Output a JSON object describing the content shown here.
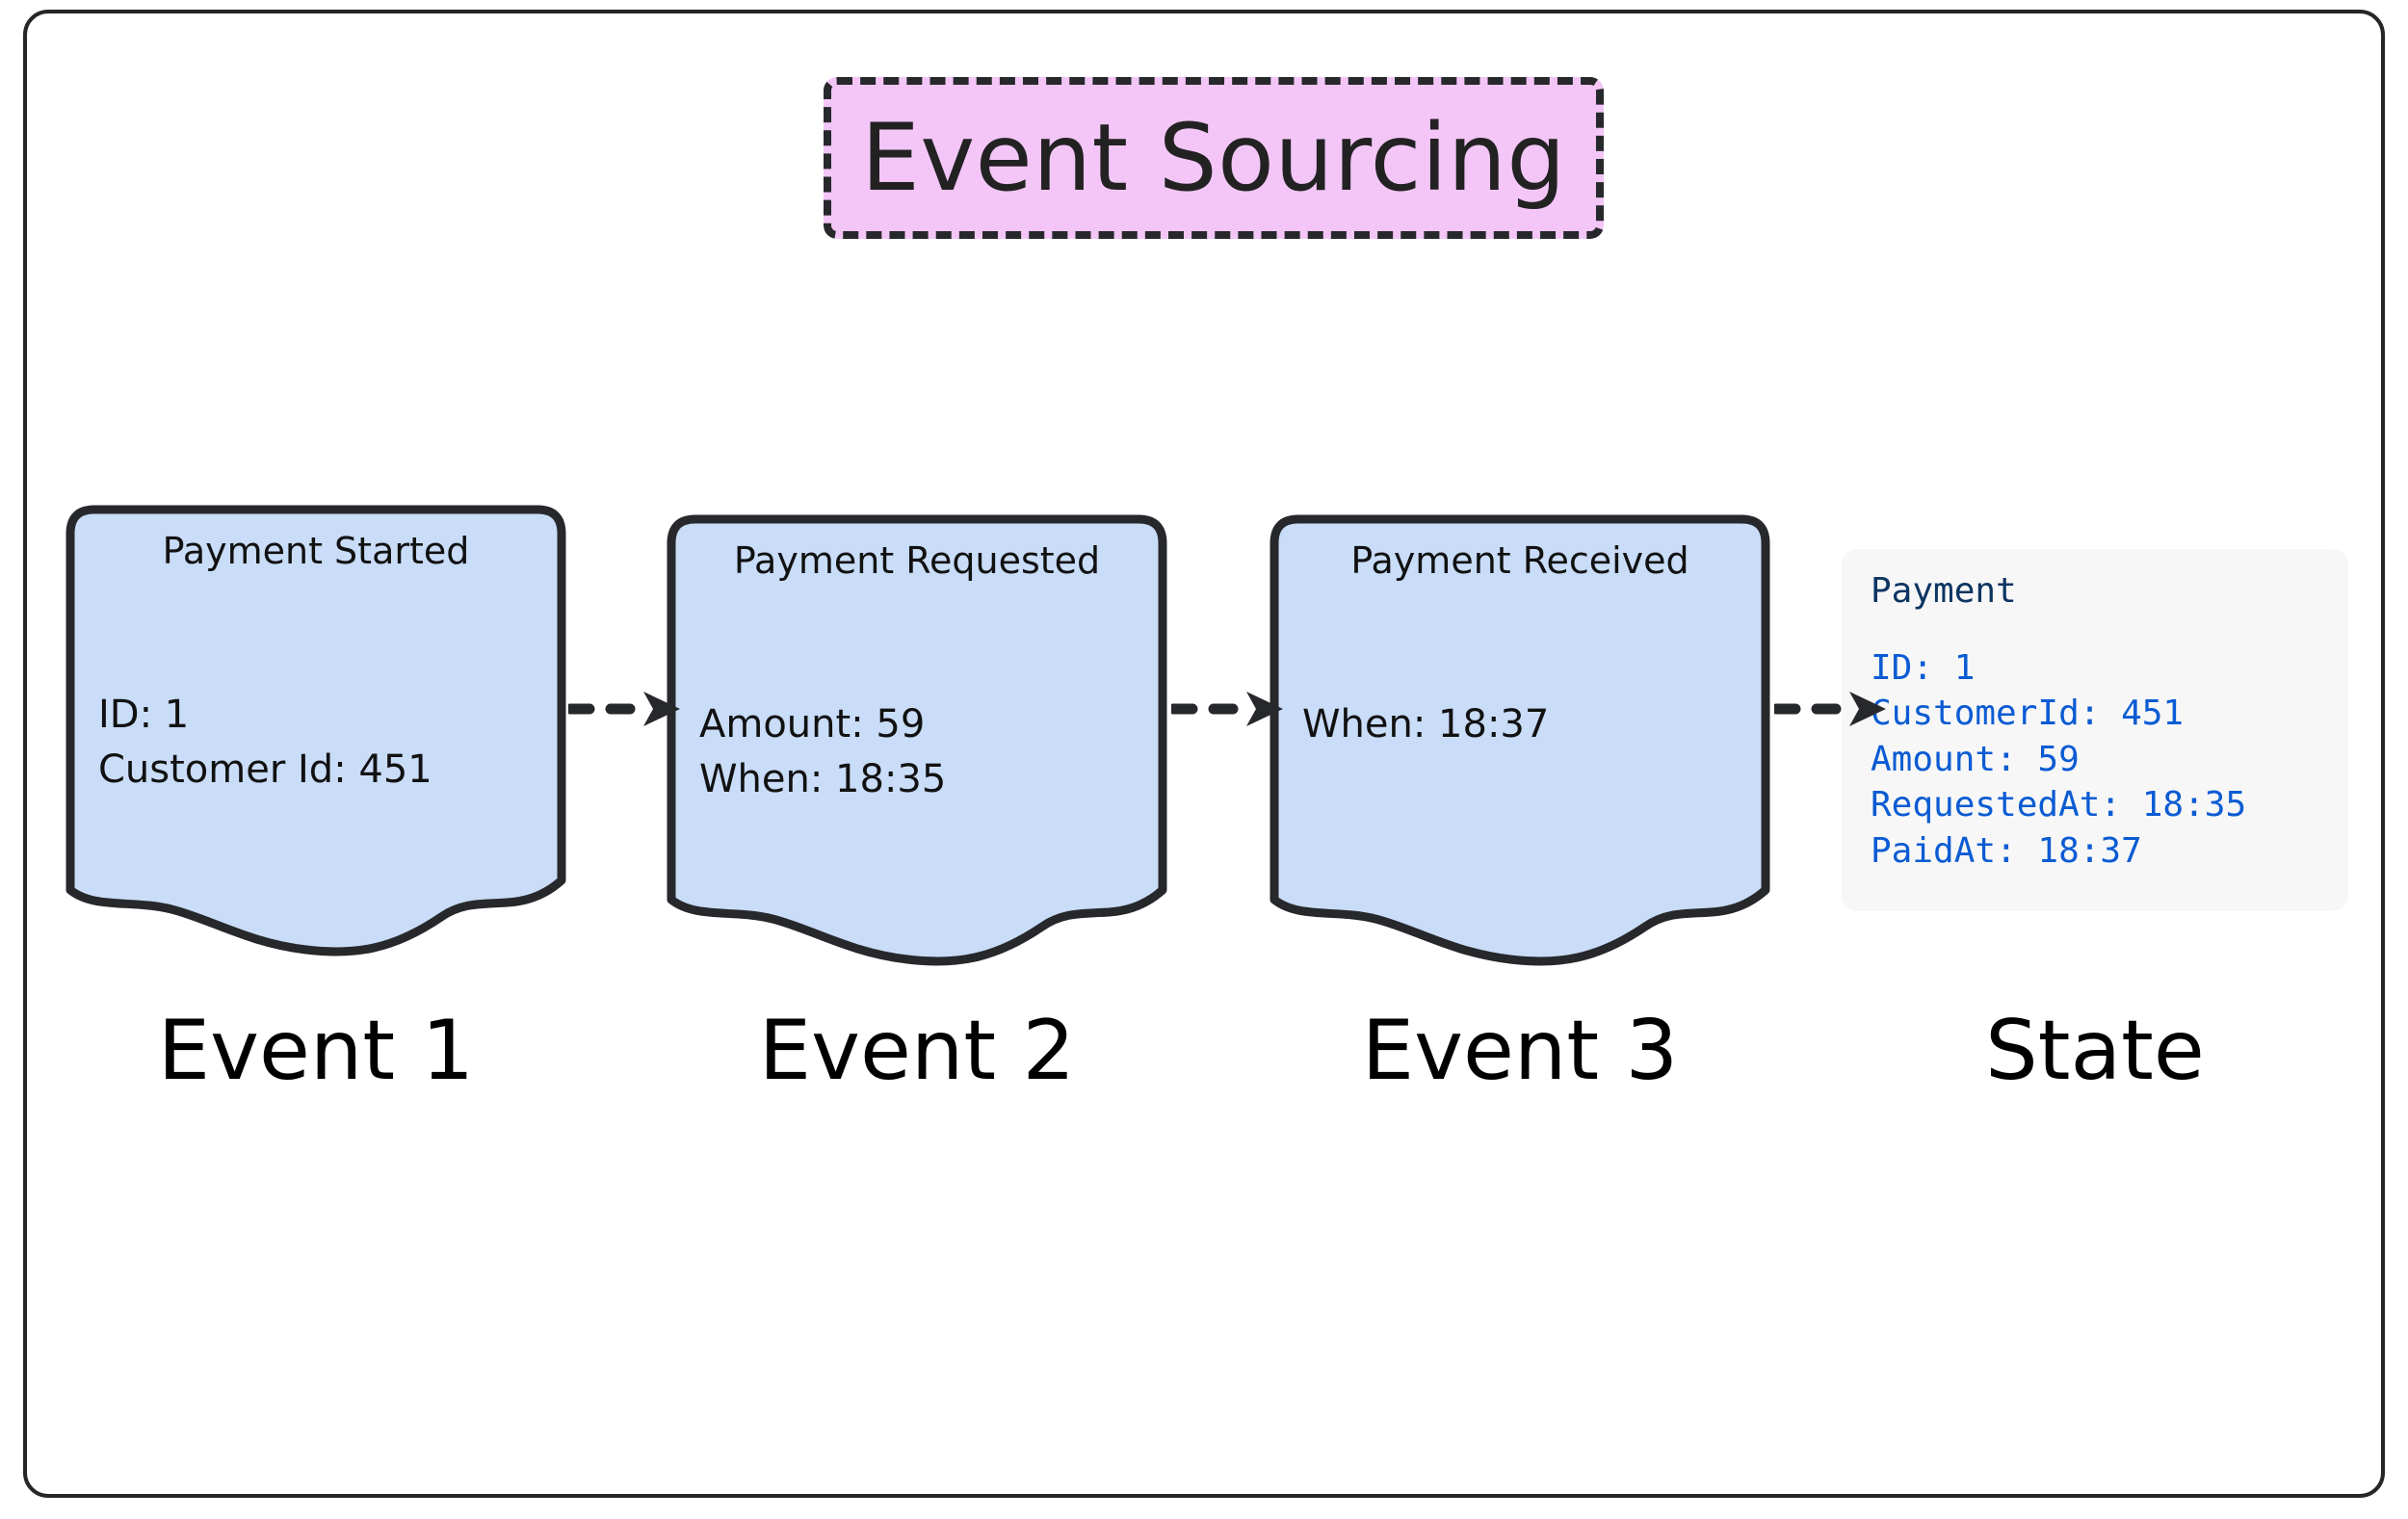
{
  "diagram": {
    "title": "Event Sourcing",
    "title_bg": "#f3c6f7",
    "card_bg": "#c9dcf8",
    "card_border": "#27282b",
    "state_bg": "#f7f7f7",
    "state_heading_color": "#0c3562",
    "state_field_color": "#0b5bd3"
  },
  "events": [
    {
      "title": "Payment Started",
      "fields": [
        "ID: 1",
        "Customer Id: 451"
      ],
      "caption": "Event 1"
    },
    {
      "title": "Payment Requested",
      "fields": [
        "Amount: 59",
        "When: 18:35"
      ],
      "caption": "Event 2"
    },
    {
      "title": "Payment Received",
      "fields": [
        "When: 18:37"
      ],
      "caption": "Event 3"
    }
  ],
  "state": {
    "heading": "Payment",
    "fields": [
      "ID: 1",
      "CustomerId: 451",
      "Amount: 59",
      "RequestedAt: 18:35",
      "PaidAt: 18:37"
    ],
    "caption": "State"
  },
  "arrows": [
    {
      "name": "arrow-event1-to-event2"
    },
    {
      "name": "arrow-event2-to-event3"
    },
    {
      "name": "arrow-event3-to-state"
    }
  ]
}
